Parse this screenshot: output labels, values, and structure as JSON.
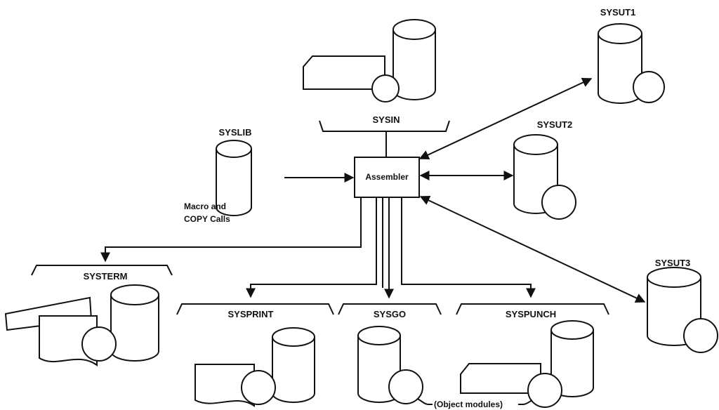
{
  "diagram": {
    "center": "Assembler",
    "datasets": {
      "sysin": "SYSIN",
      "syslib": "SYSLIB",
      "sysut1": "SYSUT1",
      "sysut2": "SYSUT2",
      "sysut3": "SYSUT3",
      "systerm": "SYSTERM",
      "sysprint": "SYSPRINT",
      "sysgo": "SYSGO",
      "syspunch": "SYSPUNCH"
    },
    "notes": {
      "macro_line1": "Macro and",
      "macro_line2": "COPY Calls",
      "object_modules": "(Object modules)"
    }
  }
}
